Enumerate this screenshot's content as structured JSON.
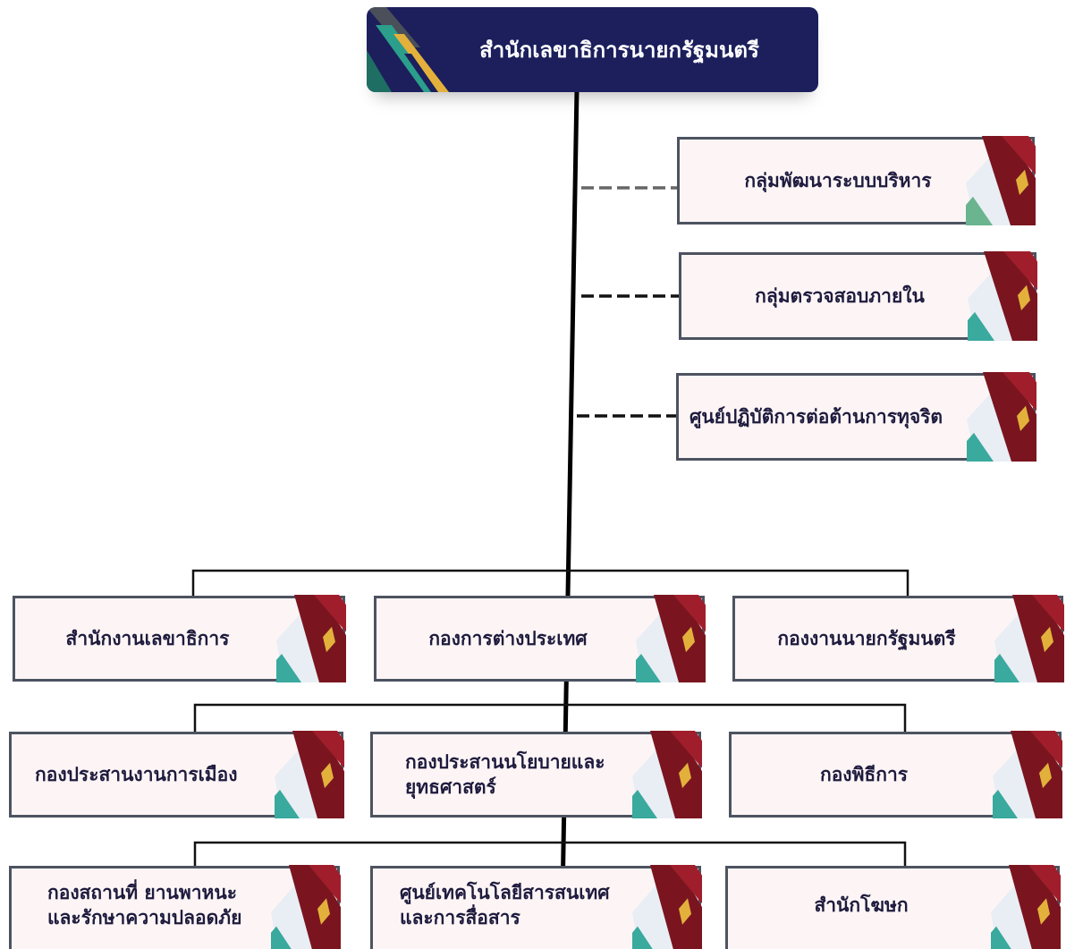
{
  "top": {
    "title": "สำนักเลขาธิการนายกรัฐมนตรี"
  },
  "staff_units": [
    {
      "label": "กลุ่มพัฒนาระบบบริหาร"
    },
    {
      "label": "กลุ่มตรวจสอบภายใน"
    },
    {
      "label": "ศูนย์ปฏิบัติการต่อต้านการทุจริต"
    }
  ],
  "row1": [
    {
      "label": "สำนักงานเลขาธิการ"
    },
    {
      "label": "กองการต่างประเทศ"
    },
    {
      "label": "กองงานนายกรัฐมนตรี"
    }
  ],
  "row2": [
    {
      "label": "กองประสานงานการเมือง"
    },
    {
      "label": "กองประสานนโยบายและ ยุทธศาสตร์"
    },
    {
      "label": "กองพิธีการ"
    }
  ],
  "row3": [
    {
      "label": "กองสถานที่ ยานพาหนะ และรักษาความปลอดภัย"
    },
    {
      "label": "ศูนย์เทคโนโลยีสารสนเทศ และการสื่อสาร"
    },
    {
      "label": "สำนักโฆษก"
    }
  ],
  "colors": {
    "header_bg": "#1c1f5c",
    "box_bg": "#fdf5f5",
    "box_border": "#4d5360",
    "maroon": "#7a1520",
    "teal": "#3aa99e",
    "lime": "#cfd34a",
    "gold": "#e3b13b"
  }
}
